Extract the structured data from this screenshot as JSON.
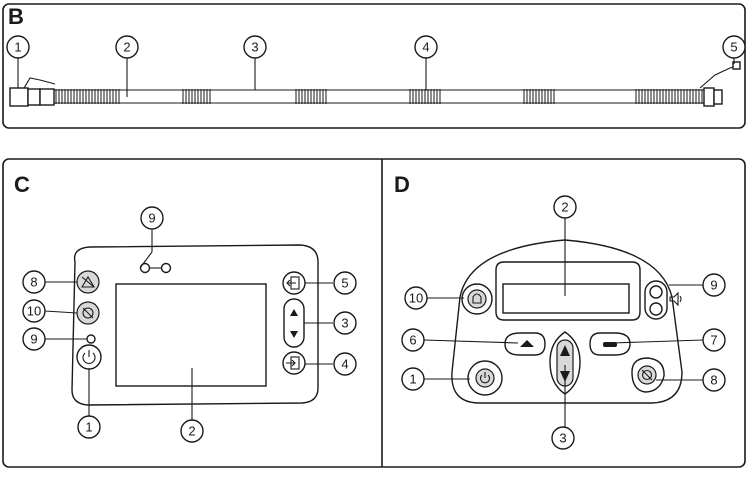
{
  "panels": {
    "b": {
      "letter": "B"
    },
    "c": {
      "letter": "C"
    },
    "d": {
      "letter": "D"
    }
  },
  "callouts_b": [
    "1",
    "2",
    "3",
    "4",
    "5"
  ],
  "callouts_c": [
    "9",
    "8",
    "5",
    "10",
    "3",
    "9",
    "4",
    "1",
    "2"
  ],
  "callouts_d": [
    "2",
    "10",
    "9",
    "6",
    "7",
    "1",
    "8",
    "3"
  ],
  "icons": {
    "power": "power-icon",
    "alarm_silence": "alarm-silence-icon",
    "up": "up-arrow-icon",
    "down": "down-arrow-icon",
    "exit": "exit-icon",
    "enter": "enter-icon",
    "speaker": "speaker-icon"
  },
  "colors": {
    "line": "#1a1a1a",
    "button_grey": "#d9d9d9",
    "background": "#ffffff"
  }
}
